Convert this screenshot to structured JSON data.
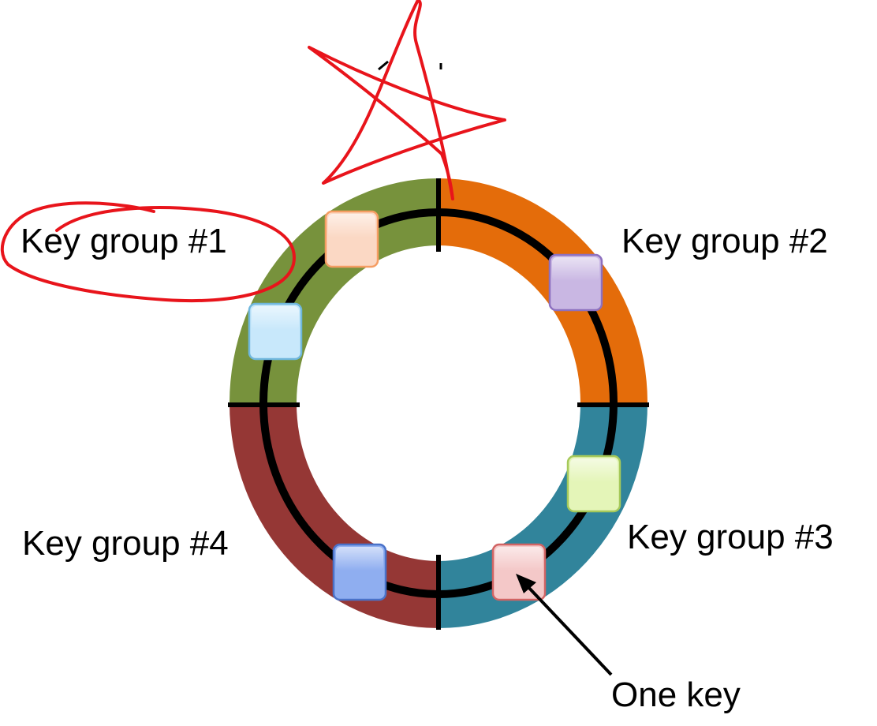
{
  "labels": {
    "group1": "Key group #1",
    "group2": "Key group #2",
    "group3": "Key group #3",
    "group4": "Key group #4",
    "one_key": "One key"
  },
  "colors": {
    "group1": "#77923c",
    "group2": "#e46c0a",
    "group3": "#31849b",
    "group4": "#953735",
    "ring_line": "#000000",
    "annotation": "#e8141b"
  },
  "keys": [
    {
      "name": "key-peach",
      "fill": "#fbd8c4",
      "stroke": "#f59d63"
    },
    {
      "name": "key-light-blue",
      "fill": "#c8e8fb",
      "stroke": "#6fb7dd"
    },
    {
      "name": "key-lavender",
      "fill": "#c9b7e3",
      "stroke": "#8d70bf"
    },
    {
      "name": "key-light-green",
      "fill": "#e4f5b8",
      "stroke": "#a6c95a"
    },
    {
      "name": "key-pink",
      "fill": "#f4c8c8",
      "stroke": "#d16464"
    },
    {
      "name": "key-blue",
      "fill": "#8faef0",
      "stroke": "#4a72c9"
    }
  ]
}
